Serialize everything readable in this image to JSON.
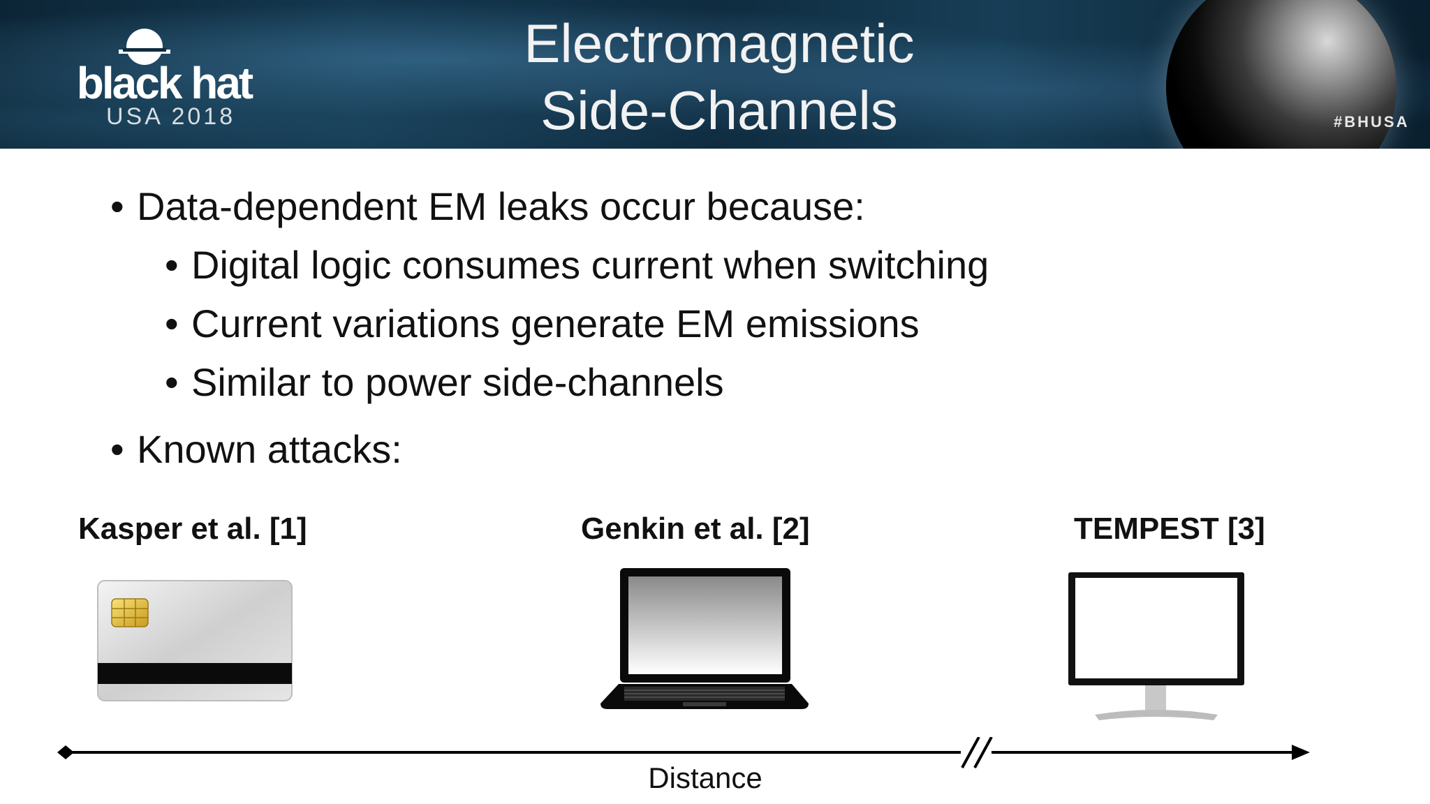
{
  "header": {
    "logo_word": "black hat",
    "logo_sub": "USA 2018",
    "title_line1": "Electromagnetic",
    "title_line2": "Side-Channels",
    "hashtag": "#BHUSA"
  },
  "bullets": [
    {
      "level": 1,
      "text": "Data-dependent EM leaks occur because:"
    },
    {
      "level": 2,
      "text": "Digital logic consumes current when switching"
    },
    {
      "level": 2,
      "text": "Current variations generate EM emissions"
    },
    {
      "level": 2,
      "text": "Similar to power side-channels"
    },
    {
      "level": 1,
      "text": "Known attacks:"
    }
  ],
  "attacks": [
    {
      "label": "Kasper et al. [1]",
      "icon": "smart-card-icon"
    },
    {
      "label": "Genkin et al. [2]",
      "icon": "laptop-icon"
    },
    {
      "label": "TEMPEST [3]",
      "icon": "monitor-icon"
    }
  ],
  "axis": {
    "label": "Distance"
  },
  "colors": {
    "banner": "#14384f",
    "text": "#111111",
    "background": "#ffffff"
  }
}
